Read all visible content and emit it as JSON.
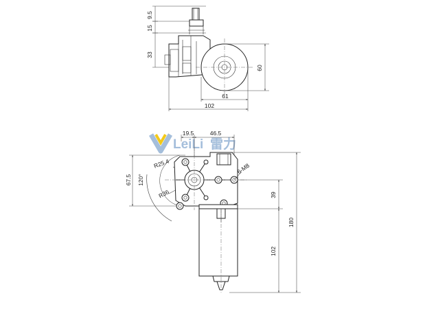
{
  "brand": {
    "latin": "LeiLi",
    "chinese": "雷力",
    "color": "#9bb7d8",
    "accent_color": "#f2c400"
  },
  "top_view": {
    "dims": {
      "d1": "9.5",
      "d2": "15",
      "d3": "33",
      "height": "60",
      "gear_width": "61",
      "total_width": "102"
    }
  },
  "front_view": {
    "dims": {
      "offset_a": "19.5",
      "offset_b": "46.5",
      "height_a": "67.5",
      "angle": "120°",
      "radius_small": "R25.4",
      "radius_large": "R36",
      "holes": "6-M8",
      "shaft_offset": "39",
      "motor_length": "102",
      "total_length": "180"
    }
  }
}
